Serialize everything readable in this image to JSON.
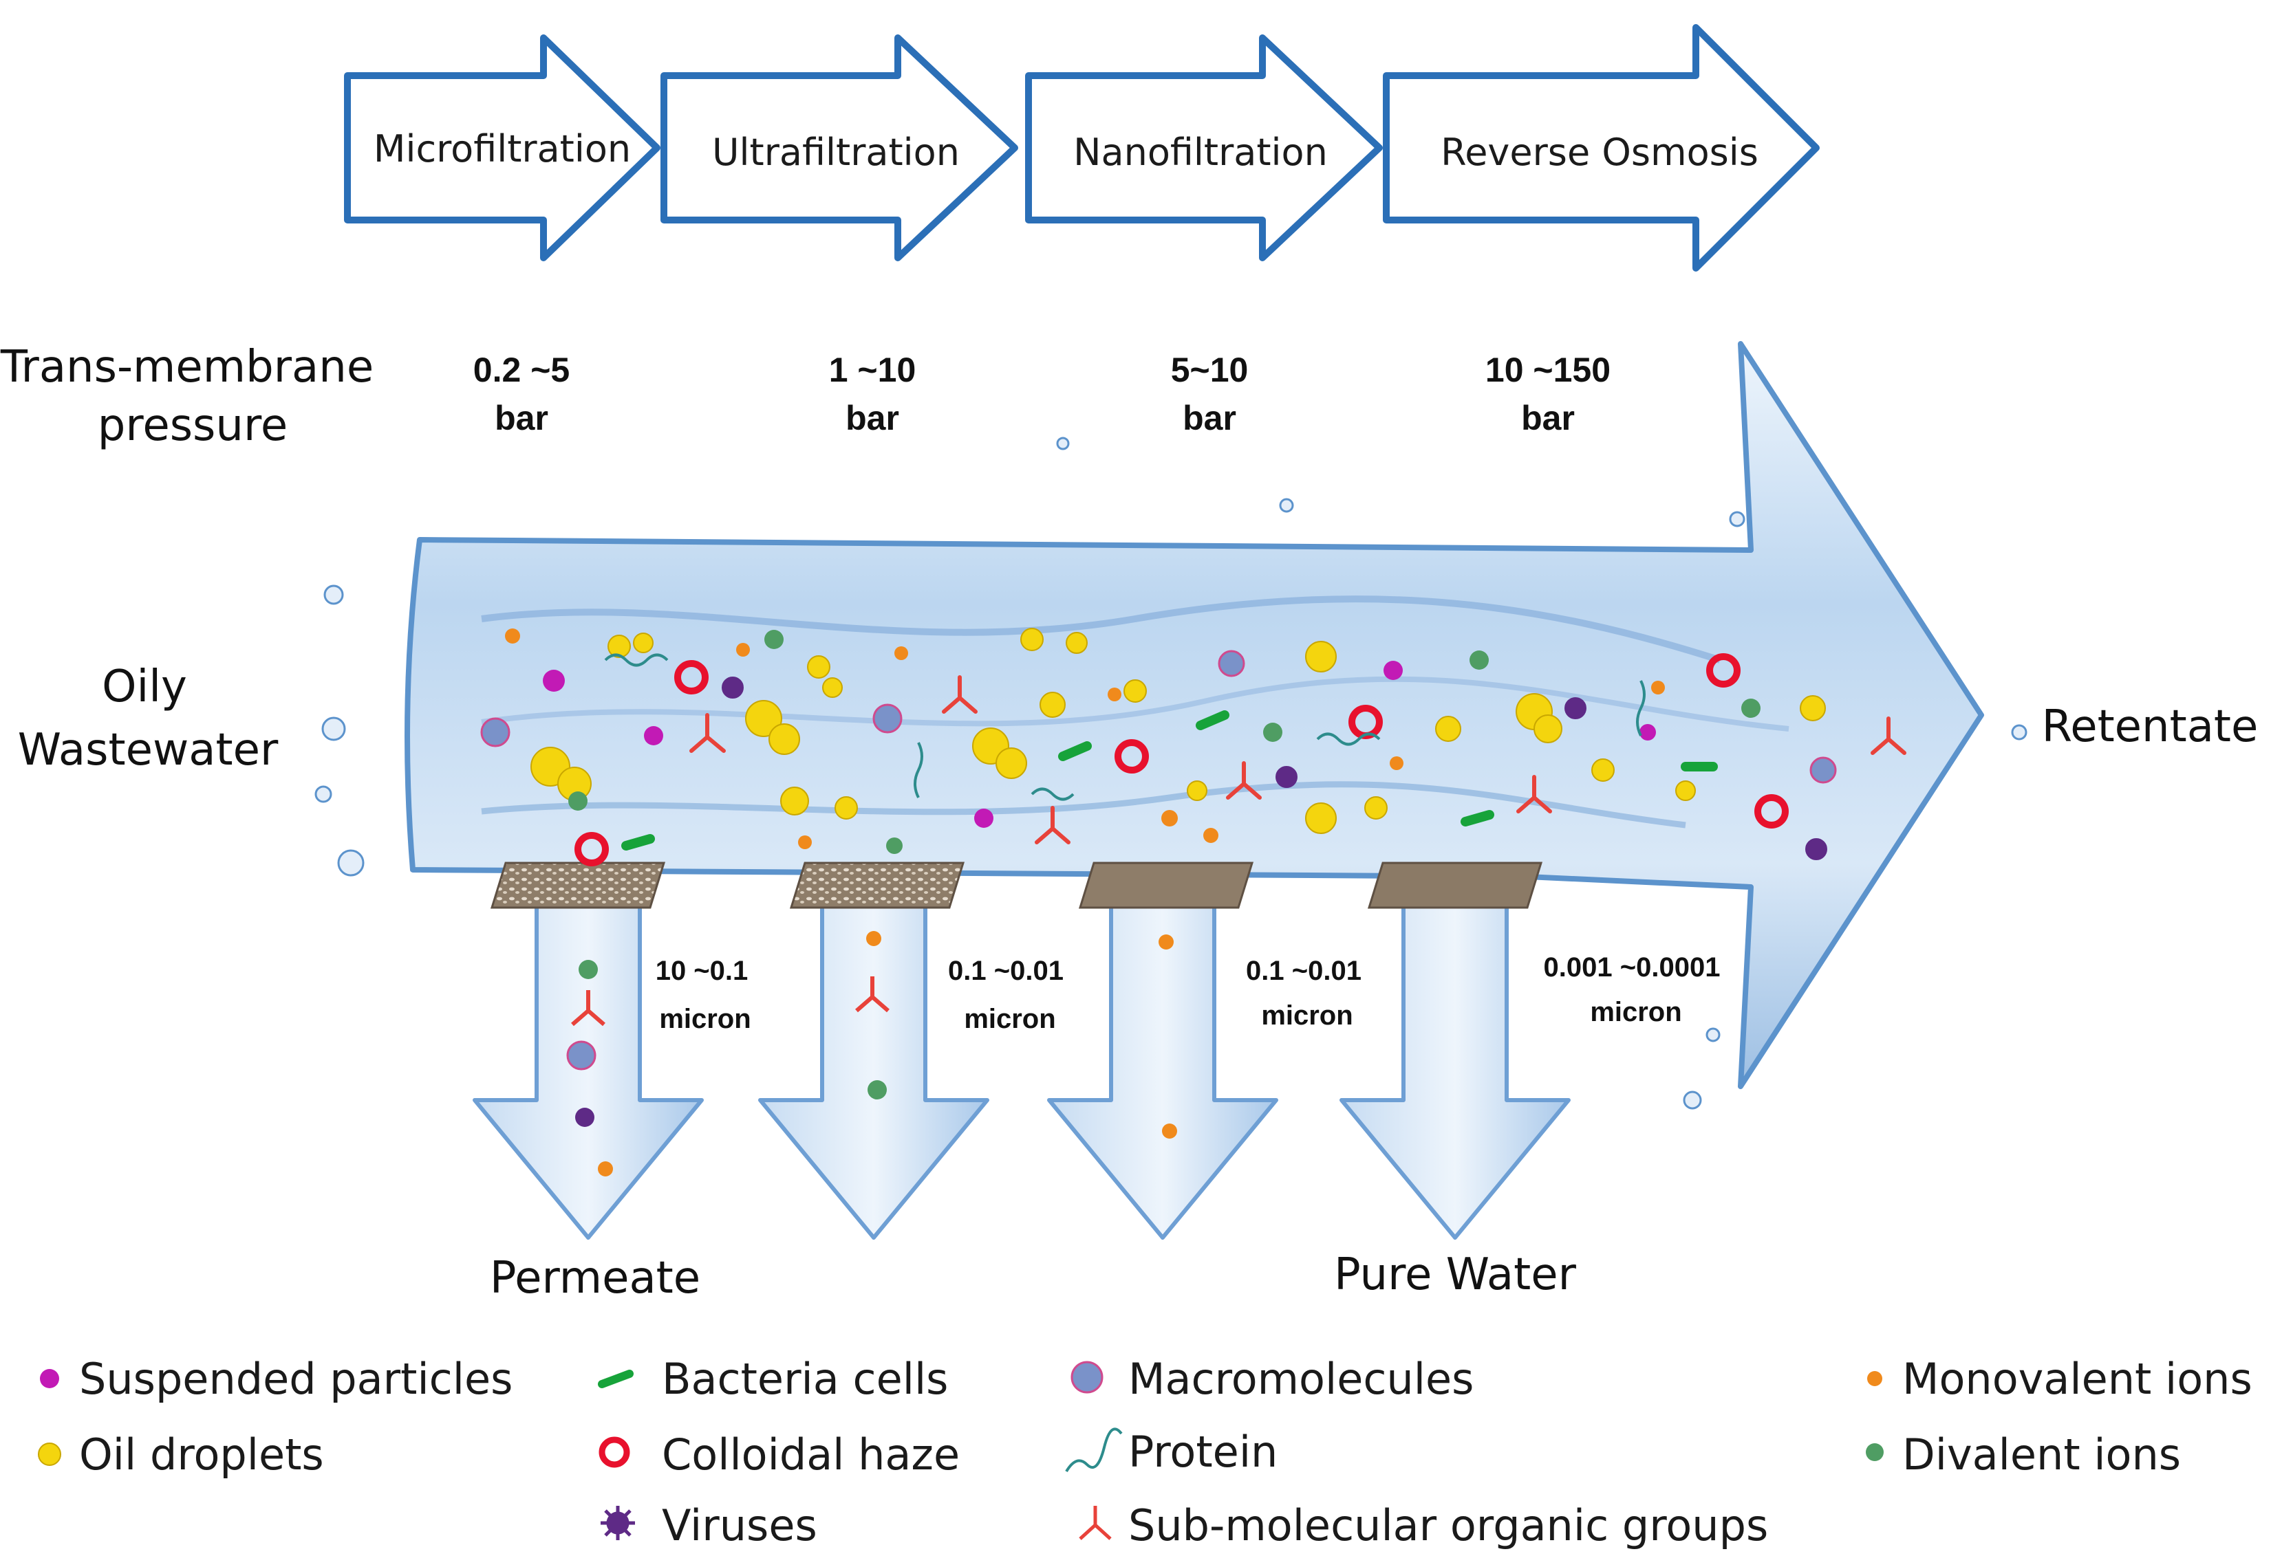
{
  "stages": [
    {
      "name": "Microfiltration",
      "pressure_value": "0.2 ~5",
      "pressure_unit": "bar",
      "pore_value": "10 ~0.1",
      "pore_unit": "micron"
    },
    {
      "name": "Ultrafiltration",
      "pressure_value": "1 ~10",
      "pressure_unit": "bar",
      "pore_value": "0.1 ~0.01",
      "pore_unit": "micron"
    },
    {
      "name": "Nanofiltration",
      "pressure_value": "5~10",
      "pressure_unit": "bar",
      "pore_value": "0.1 ~0.01",
      "pore_unit": "micron"
    },
    {
      "name": "Reverse Osmosis",
      "pressure_value": "10 ~150",
      "pressure_unit": "bar",
      "pore_value": "0.001 ~0.0001",
      "pore_unit": "micron"
    }
  ],
  "pressure_label": {
    "line1": "Trans-membrane",
    "line2": "pressure"
  },
  "feed_label": {
    "line1": "Oily",
    "line2": "Wastewater"
  },
  "retentate_label": "Retentate",
  "permeate_label": "Permeate",
  "pure_water_label": "Pure Water",
  "legend": [
    {
      "icon": "suspended-particle-icon",
      "label": "Suspended particles",
      "color": "#c21ab5"
    },
    {
      "icon": "oil-droplet-icon",
      "label": "Oil droplets",
      "color": "#f2d60c"
    },
    {
      "icon": "bacteria-icon",
      "label": "Bacteria cells",
      "color": "#17a33a"
    },
    {
      "icon": "colloidal-haze-icon",
      "label": "Colloidal haze",
      "color": "#e8112d"
    },
    {
      "icon": "virus-icon",
      "label": "Viruses",
      "color": "#5e2a86"
    },
    {
      "icon": "macromolecule-icon",
      "label": "Macromolecules",
      "color": "#4a6fc9"
    },
    {
      "icon": "protein-icon",
      "label": "Protein",
      "color": "#2d8c8c"
    },
    {
      "icon": "sub-molecular-group-icon",
      "label": "Sub-molecular organic groups",
      "color": "#e8423a"
    },
    {
      "icon": "monovalent-ion-icon",
      "label": "Monovalent ions",
      "color": "#f08a1c"
    },
    {
      "icon": "divalent-ion-icon",
      "label": "Divalent ions",
      "color": "#3f9a5a"
    }
  ],
  "colors": {
    "water_light": "#dbe9f7",
    "water_mid": "#a9c8e8",
    "water_dark": "#3a78b8",
    "membrane": "#8b7b68"
  }
}
